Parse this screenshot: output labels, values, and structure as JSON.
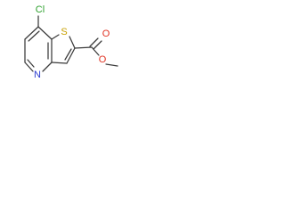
{
  "molecule": {
    "atoms": {
      "chlorine": "Cl",
      "sulfur": "S",
      "nitrogen": "N",
      "ester_carbonyl_oxygen": "O",
      "ester_ether_oxygen": "O"
    },
    "colors": {
      "bond": "#3a3a3a",
      "chlorine": "#2ca02c",
      "sulfur": "#c8a000",
      "nitrogen": "#2a3bd0",
      "oxygen": "#e03020"
    }
  }
}
